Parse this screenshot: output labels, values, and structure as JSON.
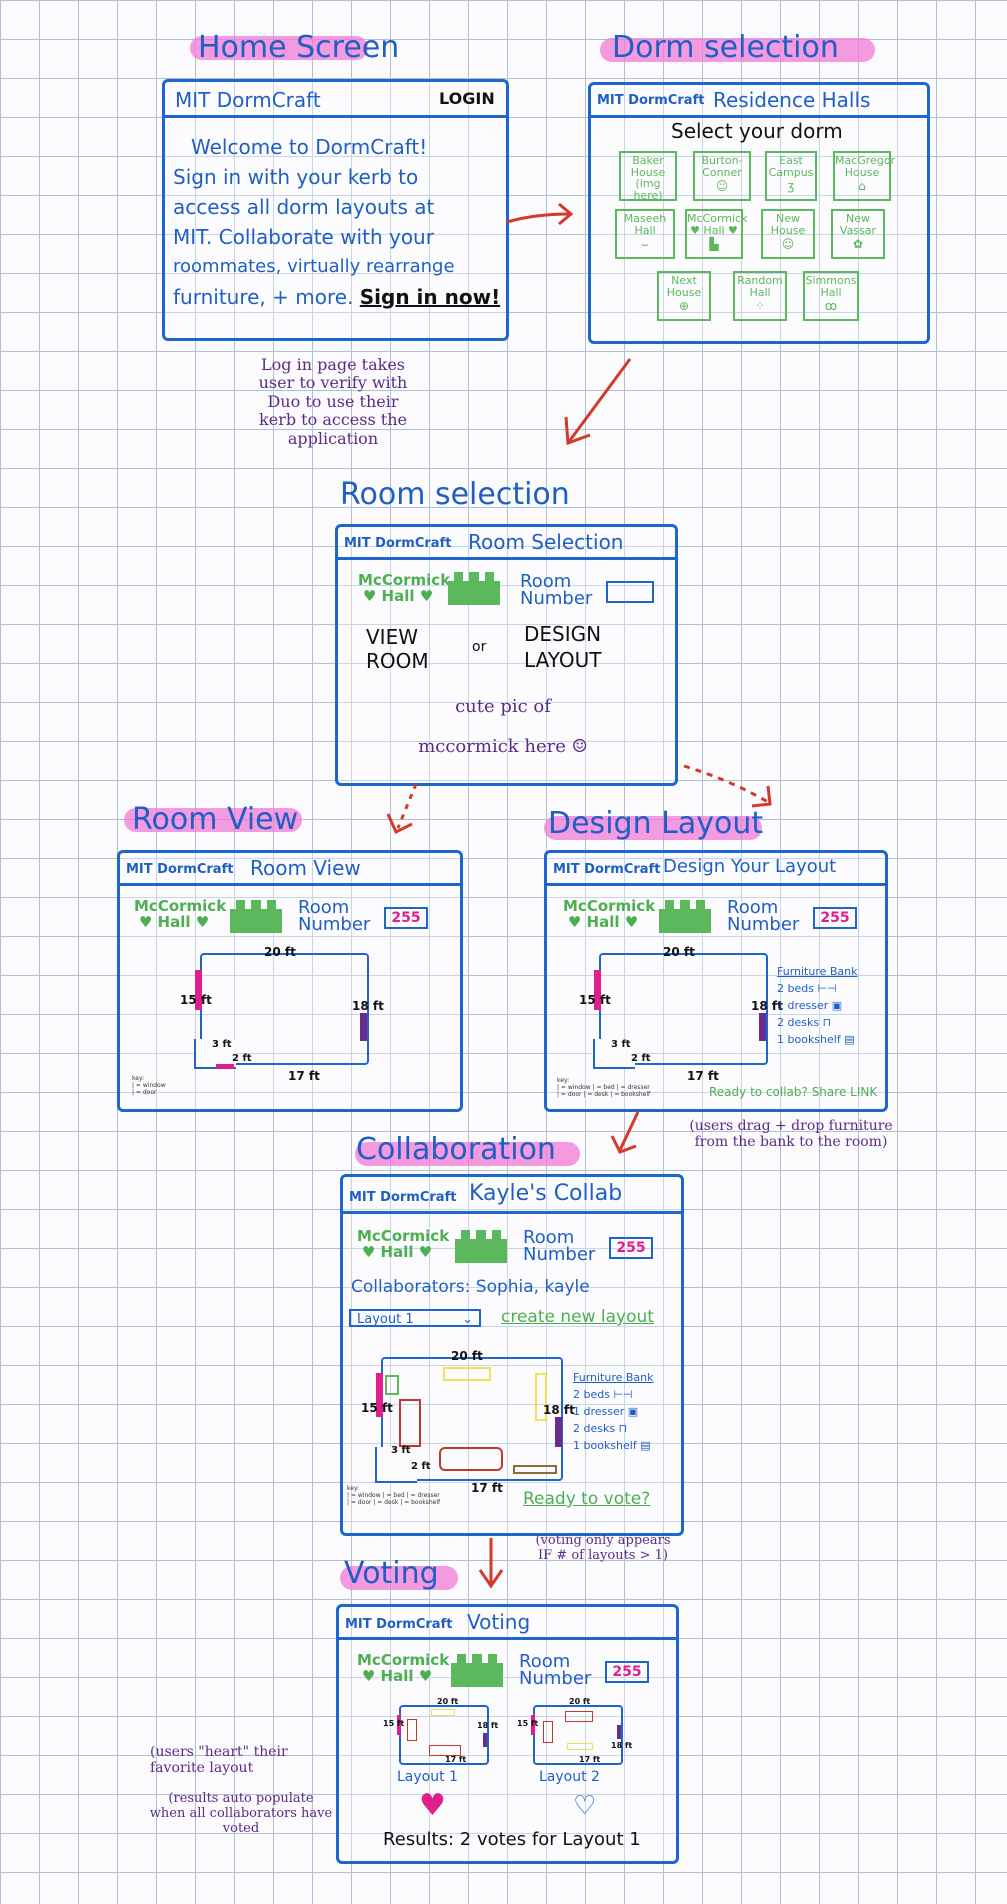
{
  "brand": "MIT DormCraft",
  "home": {
    "heading": "Home Screen",
    "login": "LOGIN",
    "welcome_lines": [
      "Welcome to DormCraft!",
      "Sign in with your kerb to",
      "access all dorm layouts at",
      "MIT. Collaborate with your",
      "roommates, virtually rearrange",
      "furniture, + more."
    ],
    "signin_link": "Sign in now!",
    "note": [
      "Log in page takes",
      "user to verify with",
      "Duo to use their",
      "kerb to access the",
      "application"
    ]
  },
  "dorm": {
    "heading": "Dorm selection",
    "title": "Residence Halls",
    "prompt": "Select your dorm",
    "items": [
      {
        "name": "Baker House (img here)",
        "icon": ""
      },
      {
        "name": "Burton-Conner",
        "icon": "☺"
      },
      {
        "name": "East Campus",
        "icon": "ʒ"
      },
      {
        "name": "MacGregor House",
        "icon": "⌂"
      },
      {
        "name": "Maseeh Hall",
        "icon": "⌣"
      },
      {
        "name": "McCormick ♥ Hall ♥",
        "icon": "▙"
      },
      {
        "name": "New House",
        "icon": "☺"
      },
      {
        "name": "New Vassar",
        "icon": "✿"
      },
      {
        "name": "Next House",
        "icon": "⊕"
      },
      {
        "name": "Random Hall",
        "icon": "⁘"
      },
      {
        "name": "Simmons Hall",
        "icon": "ꝏ"
      }
    ]
  },
  "room_select": {
    "heading": "Room selection",
    "title": "Room Selection",
    "dorm_label": "McCormick ♥ Hall ♥",
    "room_number_label": "Room Number",
    "view_room": "VIEW ROOM",
    "or": "or",
    "design_layout": "DESIGN LAYOUT",
    "pic_note": [
      "cute pic of",
      "mccormick here ☺"
    ]
  },
  "room_view": {
    "heading": "Room View",
    "title": "Room View",
    "dorm_label": "McCormick ♥ Hall ♥",
    "room_number_label": "Room Number",
    "room_number": "255",
    "dims": {
      "top": "20 ft",
      "left": "15 ft",
      "right": "18 ft",
      "bottom": "17 ft",
      "notch_a": "3 ft",
      "notch_b": "2 ft"
    },
    "key": [
      "key:",
      "| = window",
      "| = door"
    ]
  },
  "design": {
    "heading": "Design Layout",
    "title": "Design Your Layout",
    "dorm_label": "McCormick ♥ Hall ♥",
    "room_number_label": "Room Number",
    "room_number": "255",
    "dims": {
      "top": "20 ft",
      "left": "15 ft",
      "right": "18 ft",
      "bottom": "17 ft",
      "notch_a": "3 ft",
      "notch_b": "2 ft"
    },
    "bank_title": "Furniture Bank",
    "bank": [
      "2  beds",
      "1  dresser",
      "2  desks",
      "1  bookshelf"
    ],
    "key": [
      "key:",
      "| = window  | = bed  | = dresser",
      "| = door  | = desk  | = bookshelf"
    ],
    "share": "Ready to collab? Share LINK",
    "note": [
      "(users drag + drop furniture",
      "from the bank to the room)"
    ]
  },
  "collab": {
    "heading": "Collaboration",
    "title": "Kayle's Collab",
    "dorm_label": "McCormick ♥ Hall ♥",
    "room_number_label": "Room Number",
    "room_number": "255",
    "collaborators": "Collaborators:  Sophia, kayle",
    "layout_select": "Layout 1",
    "create_new": "create new layout",
    "dims": {
      "top": "20 ft",
      "left": "15 ft",
      "right": "18 ft",
      "bottom": "17 ft",
      "notch_a": "3 ft",
      "notch_b": "2 ft"
    },
    "bank_title": "Furniture Bank",
    "bank": [
      "2  beds",
      "1  dresser",
      "2  desks",
      "1  bookshelf"
    ],
    "key": [
      "key:",
      "| = window  | = bed  | = dresser",
      "| = door  | = desk  | = bookshelf"
    ],
    "vote_link": "Ready to vote?",
    "note": [
      "(voting only appears",
      "IF # of layouts > 1)"
    ]
  },
  "voting": {
    "heading": "Voting",
    "title": "Voting",
    "dorm_label": "McCormick ♥ Hall ♥",
    "room_number_label": "Room Number",
    "room_number": "255",
    "layout1": "Layout  1",
    "layout2": "Layout  2",
    "mini_dims": {
      "top": "20 ft",
      "left": "15 ft",
      "right": "18 ft",
      "bottom": "17 ft"
    },
    "results": "Results: 2 votes for Layout 1",
    "note_heart": [
      "(users \"heart\" their",
      "favorite layout"
    ],
    "note_results": [
      "(results auto populate",
      "when all collaborators have",
      "voted"
    ]
  },
  "colors": {
    "blue": "#1f66cc",
    "pink": "#e01e8c",
    "green": "#5cb85c",
    "purple": "#6a2c8e",
    "red": "#d23a2a"
  }
}
